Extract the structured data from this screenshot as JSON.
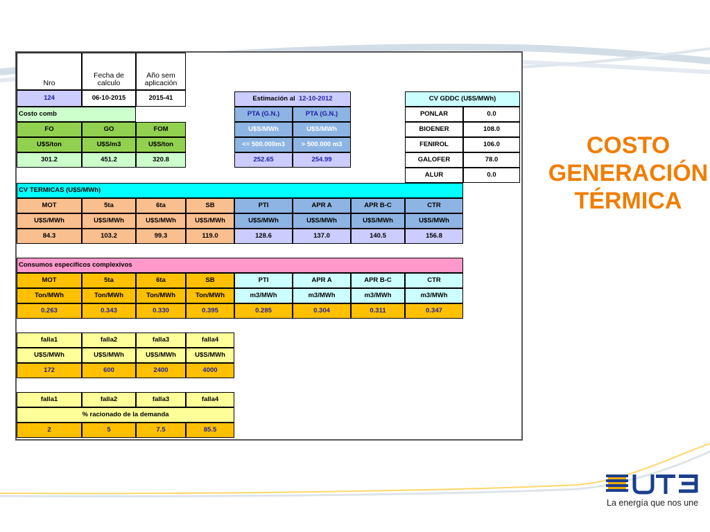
{
  "colors": {
    "accent": "#f07d00",
    "bright_yellow": "#ffc000",
    "pale_yellow": "#ffff99",
    "green": "#92d050",
    "light_green": "#ccffcc",
    "peach": "#fabf8f",
    "lavender": "#ccccff",
    "blue": "#8db4e2",
    "cyan": "#00ffff",
    "pink": "#ff99cc",
    "light_cyan": "#ccffff"
  },
  "title": {
    "line1": "COSTO",
    "line2": "GENERACIÓN",
    "line3": "TÉRMICA"
  },
  "logo": {
    "icon": "ute-logo-icon",
    "tagline": "La energía que nos une"
  },
  "header": {
    "nro_label": "Nro",
    "fecha_label1": "Fecha de",
    "fecha_label2": "calculo",
    "anio_label1": "Año sem",
    "anio_label2": "aplicación",
    "nro": "124",
    "fecha": "06-10-2015",
    "anio": "2015-41"
  },
  "costo_comb": {
    "label": "Costo comb",
    "cols": [
      "FO",
      "GO",
      "FOM"
    ],
    "units": [
      "U$S/ton",
      "U$S/m3",
      "U$S/ton"
    ],
    "values": [
      "301.2",
      "451.2",
      "320.8"
    ]
  },
  "estimacion": {
    "label": "Estimación al",
    "date": "12-10-2012",
    "cols": [
      "PTA (G.N.)",
      "PTA (G.N.)"
    ],
    "units": [
      "U$S/MWh",
      "U$S/MWh"
    ],
    "ranges": [
      "<= 500.000m3",
      "> 500.000 m3"
    ],
    "values": [
      "252.65",
      "254.99"
    ]
  },
  "cv_gddc": {
    "title": "CV GDDC (U$S/MWh)",
    "rows": [
      {
        "name": "PONLAR",
        "value": "0.0"
      },
      {
        "name": "BIOENER",
        "value": "108.0"
      },
      {
        "name": "FENIROL",
        "value": "106.0"
      },
      {
        "name": "GALOFER",
        "value": "78.0"
      },
      {
        "name": "ALUR",
        "value": "0.0"
      }
    ]
  },
  "cv_termicas": {
    "title": "CV TERMICAS (U$S/MWh)",
    "cols": [
      "MOT",
      "5ta",
      "6ta",
      "SB",
      "PTI",
      "APR A",
      "APR B-C",
      "CTR"
    ],
    "units": [
      "U$S/MWh",
      "U$S/MWh",
      "U$S/MWh",
      "U$S/MWh",
      "U$S/MWh",
      "U$S/MWh",
      "U$S/MWh",
      "U$S/MWh"
    ],
    "values": [
      "84.3",
      "103.2",
      "99.3",
      "119.0",
      "128.6",
      "137.0",
      "140.5",
      "156.8"
    ]
  },
  "consumos": {
    "title": "Consumos especificos complexivos",
    "cols": [
      "MOT",
      "5ta",
      "6ta",
      "SB",
      "PTI",
      "APR A",
      "APR B-C",
      "CTR"
    ],
    "units": [
      "Ton/MWh",
      "Ton/MWh",
      "Ton/MWh",
      "Ton/MWh",
      "m3/MWh",
      "m3/MWh",
      "m3/MWh",
      "m3/MWh"
    ],
    "values": [
      "0.263",
      "0.343",
      "0.330",
      "0.395",
      "0.285",
      "0.304",
      "0.311",
      "0.347"
    ]
  },
  "falla_cost": {
    "cols": [
      "falla1",
      "falla2",
      "falla3",
      "falla4"
    ],
    "units": [
      "U$S/MWh",
      "U$S/MWh",
      "U$S/MWh",
      "U$S/MWh"
    ],
    "values": [
      "172",
      "600",
      "2400",
      "4000"
    ]
  },
  "falla_rac": {
    "cols": [
      "falla1",
      "falla2",
      "falla3",
      "falla4"
    ],
    "label": "% racionado de la demanda",
    "values": [
      "2",
      "5",
      "7.5",
      "85.5"
    ]
  }
}
